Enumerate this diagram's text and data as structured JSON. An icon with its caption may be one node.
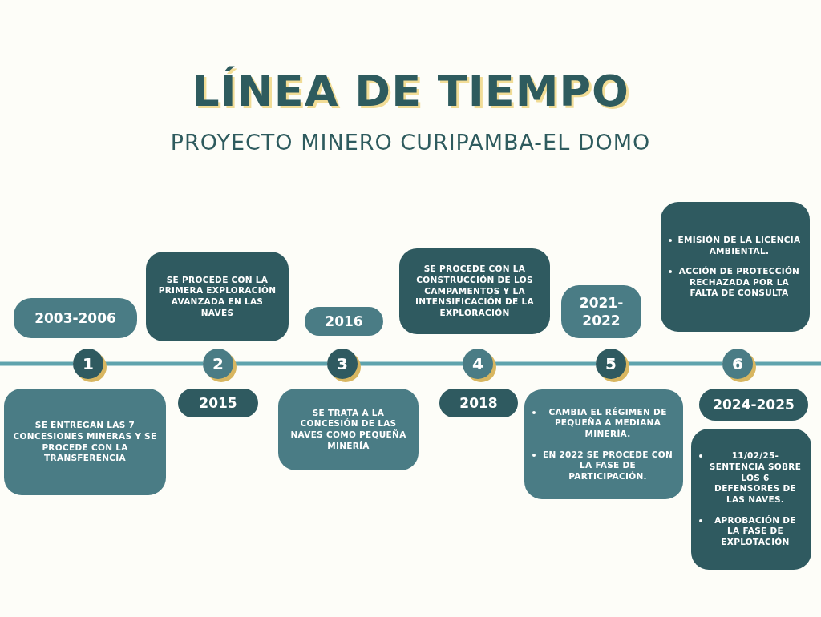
{
  "diagram": {
    "title": "LÍNEA DE TIEMPO",
    "nodes": [
      {
        "text": [
          "2003-2006"
        ]
      },
      {
        "text": [
          "1"
        ]
      },
      {
        "text": [
          "SE ENTREGAN LAS 7 CONCESIONES MINERAS Y SE PROCEDE CON LA TRANSFERENCIA"
        ]
      },
      {
        "text": [
          "SE PROCEDE CON LA PRIMERA EXPLORACIÒN AVANZADA EN LAS NAVES"
        ]
      },
      {
        "text": [
          "2"
        ]
      },
      {
        "text": [
          "2015"
        ]
      },
      {
        "text": [
          "2016"
        ]
      },
      {
        "text": [
          "3"
        ]
      },
      {
        "text": [
          "SE TRATA A LA CONCESIÓN DE LAS NAVES COMO PEQUEÑA MINERÍA"
        ]
      },
      {
        "text": [
          "SE PROCEDE CON LA CONSTRUCCIÓN DE LOS CAMPAMENTOS Y LA INTENSIFICACIÓN DE LA EXPLORACIÓN"
        ]
      },
      {
        "text": [
          "4"
        ]
      },
      {
        "text": [
          "2018"
        ]
      },
      {
        "text": [
          "2021-2022"
        ]
      },
      {
        "text": [
          "5"
        ]
      },
      {
        "text": [
          "CAMBIA EL RÉGIMEN DE PEQUEÑA A MEDIANA MINERÍA.",
          "EN 2022 SE PROCEDE CON LA FASE DE PARTICIPACIÓN."
        ]
      },
      {
        "text": [
          "EMISIÓN DE LA LICENCIA AMBIENTAL.",
          "ACCIÓN DE PROTECCIÓN RECHAZADA POR LA FALTA DE CONSULTA"
        ]
      },
      {
        "text": [
          "6"
        ]
      },
      {
        "text": [
          "2024-2025"
        ]
      },
      {
        "text": [
          "11/02/25- SENTENCIA SOBRE LOS 6 DEFENSORES DE LAS NAVES.",
          "APROBACIÓN DE LA FASE DE EXPLOTACIÓN"
        ]
      }
    ],
    "edges": [
      {
        "from": 1,
        "to": 4,
        "arrow": "none"
      },
      {
        "from": 4,
        "to": 7,
        "arrow": "none"
      },
      {
        "from": 7,
        "to": 10,
        "arrow": "none"
      },
      {
        "from": 10,
        "to": 13,
        "arrow": "none"
      },
      {
        "from": 13,
        "to": 16,
        "arrow": "none"
      }
    ],
    "labels": [
      "PROYECTO MINERO CURIPAMBA-EL DOMO"
    ]
  }
}
